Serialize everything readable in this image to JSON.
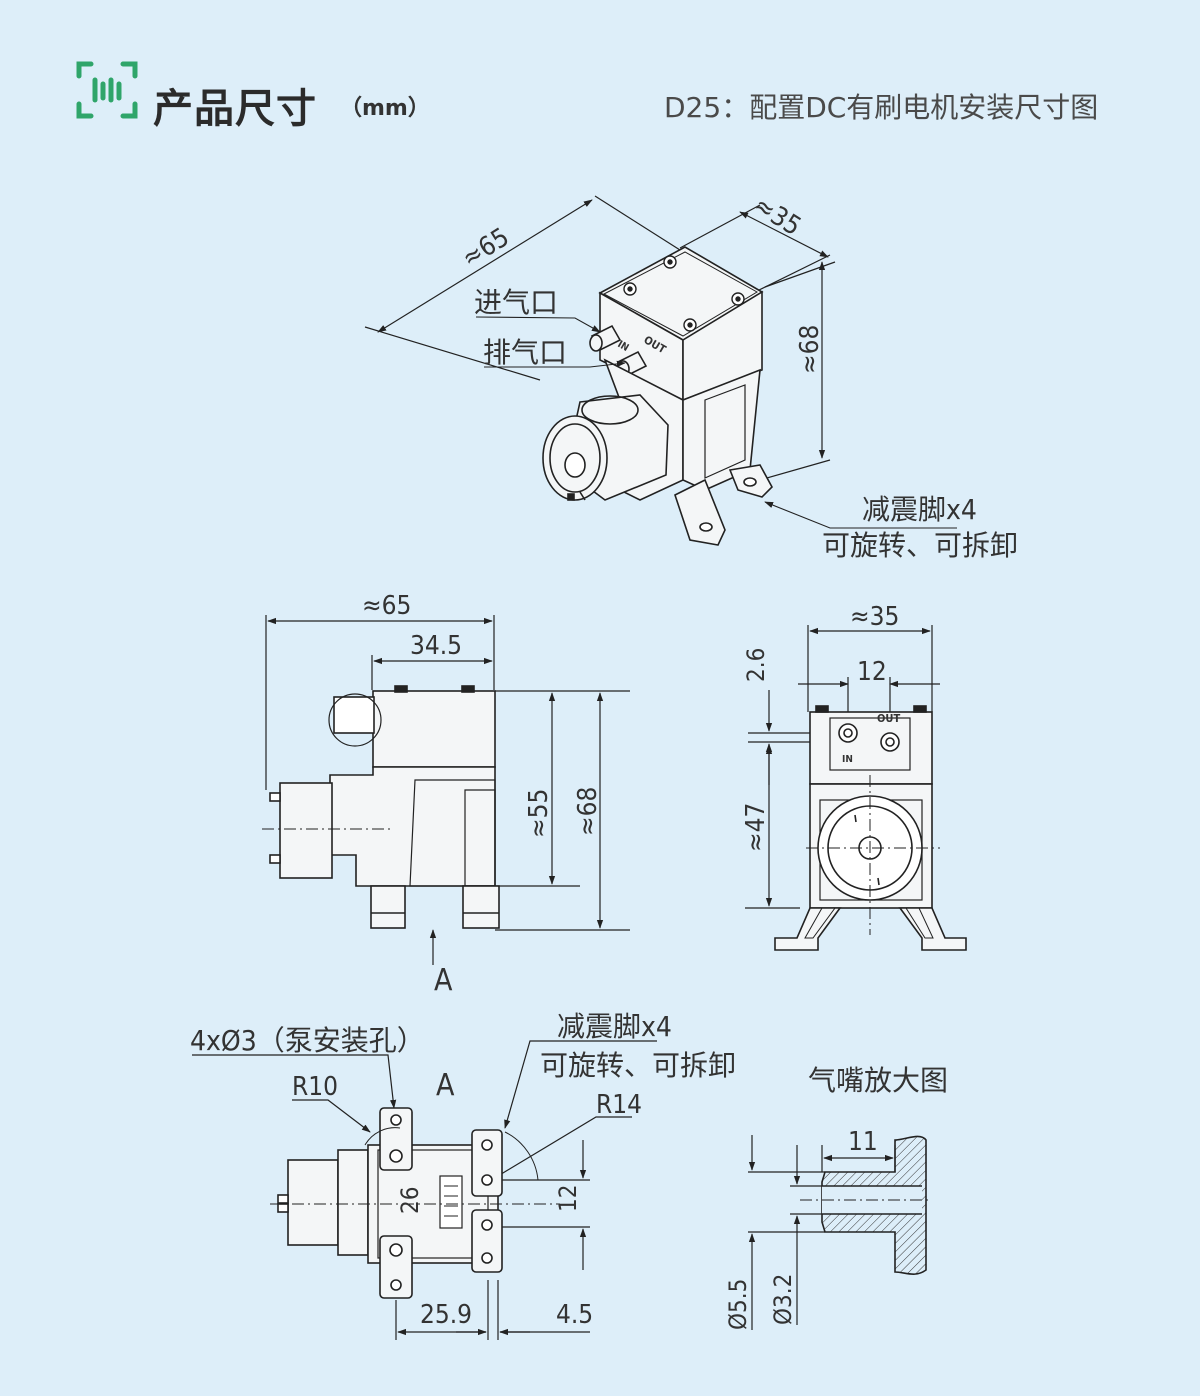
{
  "header": {
    "title": "产品尺寸",
    "unit": "（mm）",
    "subtitle": "D25：配置DC有刷电机安装尺寸图",
    "accent_color": "#2fa56a",
    "logo_icon": "dimension-ruler-icon"
  },
  "iso_view": {
    "dim_length": "≈65",
    "dim_width": "≈35",
    "dim_height": "≈68",
    "label_inlet": "进气口",
    "label_outlet": "排气口",
    "label_feet": "减震脚x4",
    "label_feet_note": "可旋转、可拆卸",
    "port_out": "OUT",
    "port_in": "IN"
  },
  "side_view": {
    "dim_total_length": "≈65",
    "dim_head_length": "34.5",
    "dim_body_height": "≈55",
    "dim_total_height": "≈68",
    "view_marker": "A"
  },
  "front_view": {
    "dim_width": "≈35",
    "dim_port_spacing": "12",
    "dim_port_offset": "2.6",
    "dim_port_height": "≈47",
    "port_out": "OUT",
    "port_in": "IN"
  },
  "bottom_view": {
    "label_holes": "4xØ3（泵安装孔）",
    "label_r_small": "R10",
    "label_r_large": "R14",
    "view_marker": "A",
    "label_feet": "减震脚x4",
    "label_feet_note": "可旋转、可拆卸",
    "dim_hole_spacing_left": "26",
    "dim_hole_spacing_right": "12",
    "dim_offset_main": "25.9",
    "dim_offset_small": "4.5"
  },
  "nozzle_view": {
    "title": "气嘴放大图",
    "dim_length": "11",
    "dim_outer_dia": "Ø5.5",
    "dim_inner_dia": "Ø3.2"
  }
}
